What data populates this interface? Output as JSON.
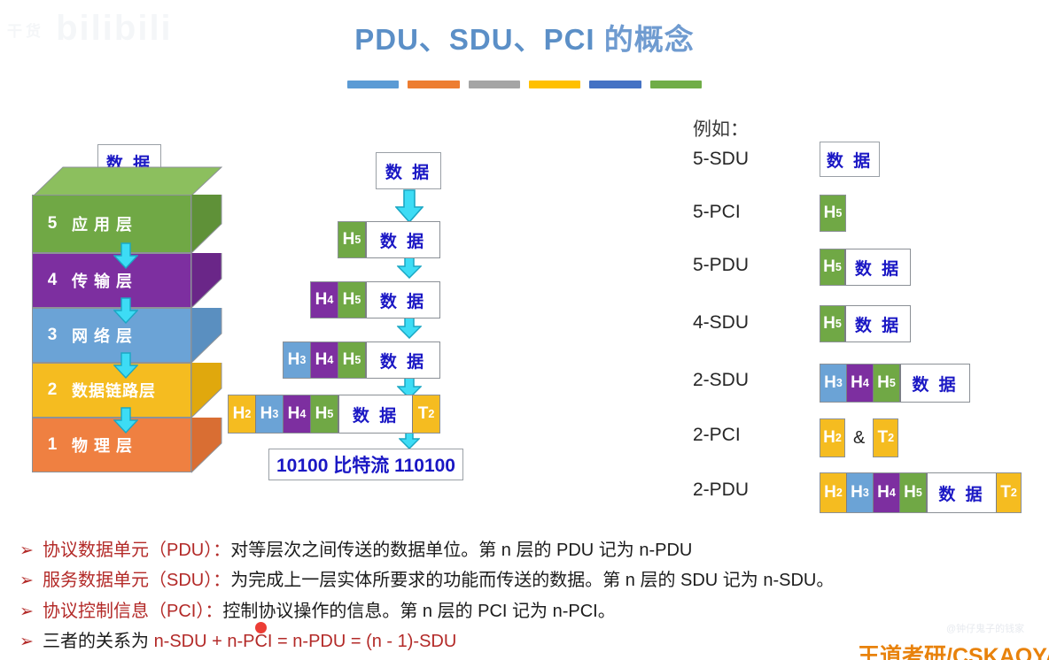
{
  "watermark": {
    "bilibili": "bilibili",
    "bilibili_small": "干货",
    "corner": "王道考研/CSKAOYAN",
    "corner_faint": "@钟仔鬼子的钱家"
  },
  "title": {
    "main": "PDU、SDU、PCI ",
    "suffix": "的概念",
    "rule_colors": [
      "#5b9bd5",
      "#ed7d31",
      "#a5a5a5",
      "#ffc000",
      "#4472c4",
      "#70ad47"
    ]
  },
  "colors": {
    "green": "#70a845",
    "green_dark": "#5f9138",
    "green_top": "#8cbf5e",
    "purple": "#7d2fa0",
    "purple_dark": "#6a2688",
    "blue": "#6ba3d6",
    "blue_dark": "#5a8fc0",
    "yellow": "#f5bc20",
    "yellow_dark": "#e0a80d",
    "orange": "#ef8041",
    "orange_dark": "#d96e33",
    "cyan_arrow": "#3ddcf5",
    "cyan_arrow_line": "#1ba7c4",
    "data_text": "#1a17c4",
    "title_blue": "#5b8fc7",
    "bullet_red": "#b32a28",
    "corner_orange": "#e8820c"
  },
  "left_stack": {
    "top_data_label": "数 据",
    "layers": [
      {
        "num": "5",
        "name": "应 用 层",
        "color_key": "green"
      },
      {
        "num": "4",
        "name": "传 输 层",
        "color_key": "purple"
      },
      {
        "num": "3",
        "name": "网 络 层",
        "color_key": "blue"
      },
      {
        "num": "2",
        "name": "数据链路层",
        "color_key": "yellow"
      },
      {
        "num": "1",
        "name": "物 理 层",
        "color_key": "orange"
      }
    ]
  },
  "middle": {
    "top_data": "数 据",
    "data_label": "数 据",
    "rows": [
      {
        "segments": [
          {
            "label": "H",
            "sub": "5",
            "color_key": "green"
          }
        ],
        "has_data": true
      },
      {
        "segments": [
          {
            "label": "H",
            "sub": "4",
            "color_key": "purple"
          },
          {
            "label": "H",
            "sub": "5",
            "color_key": "green"
          }
        ],
        "has_data": true
      },
      {
        "segments": [
          {
            "label": "H",
            "sub": "3",
            "color_key": "blue"
          },
          {
            "label": "H",
            "sub": "4",
            "color_key": "purple"
          },
          {
            "label": "H",
            "sub": "5",
            "color_key": "green"
          }
        ],
        "has_data": true
      },
      {
        "segments": [
          {
            "label": "H",
            "sub": "2",
            "color_key": "yellow"
          },
          {
            "label": "H",
            "sub": "3",
            "color_key": "blue"
          },
          {
            "label": "H",
            "sub": "4",
            "color_key": "purple"
          },
          {
            "label": "H",
            "sub": "5",
            "color_key": "green"
          }
        ],
        "has_data": true,
        "tail": {
          "label": "T",
          "sub": "2",
          "color_key": "yellow"
        }
      }
    ],
    "bitstream": "10100 比特流 110100"
  },
  "examples": {
    "heading": "例如：",
    "rows": [
      {
        "label": "5-SDU",
        "kind": "data_only"
      },
      {
        "label": "5-PCI",
        "kind": "header_only"
      },
      {
        "label": "5-PDU",
        "kind": "h5_data"
      },
      {
        "label": "4-SDU",
        "kind": "h5_data"
      },
      {
        "label": "2-SDU",
        "kind": "h3h4h5_data"
      },
      {
        "label": "2-PCI",
        "kind": "h2_amp_t2",
        "amp": "&"
      },
      {
        "label": "2-PDU",
        "kind": "full_frame"
      }
    ],
    "data_label": "数 据"
  },
  "bullets": [
    {
      "marker": "➢",
      "parts": [
        {
          "text": "协议数据单元（PDU）：",
          "style": "red"
        },
        {
          "text": "对等层次之间传送的数据单位。第 n 层的 PDU 记为 n-PDU",
          "style": "black"
        }
      ]
    },
    {
      "marker": "➢",
      "parts": [
        {
          "text": "服务数据单元（SDU）：",
          "style": "red"
        },
        {
          "text": "为完成上一层实体所要求的功能而传送的数据。第 n 层的 SDU 记为 n-SDU。",
          "style": "black"
        }
      ]
    },
    {
      "marker": "➢",
      "parts": [
        {
          "text": "协议控制信息（PCI）：",
          "style": "red"
        },
        {
          "text": "控制协议操作的信息。第 n 层的 PCI 记为 n-PCI。",
          "style": "black"
        }
      ]
    },
    {
      "marker": "➢",
      "parts": [
        {
          "text": "三者的关系为 ",
          "style": "black"
        },
        {
          "text": "n-SDU + n-PCI = n-PDU = (n - 1)-SDU",
          "style": "red"
        }
      ]
    }
  ]
}
